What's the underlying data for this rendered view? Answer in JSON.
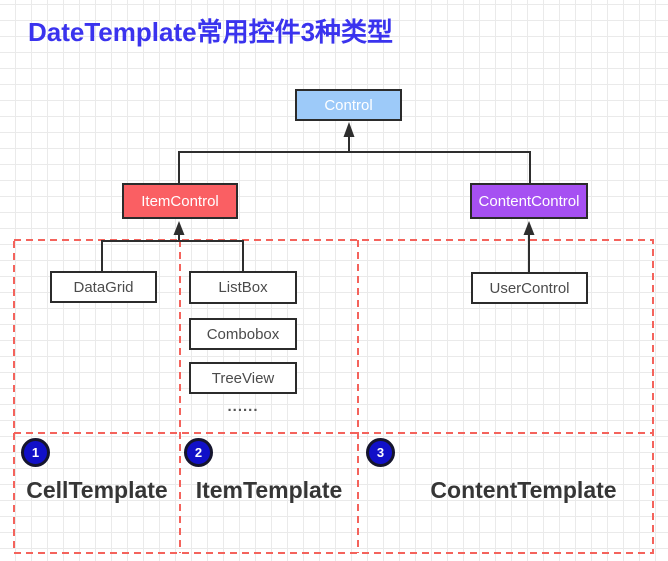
{
  "title": "DateTemplate常用控件3种类型",
  "nodes": {
    "control": {
      "label": "Control"
    },
    "item_control": {
      "label": "ItemControl"
    },
    "content_control": {
      "label": "ContentControl"
    },
    "data_grid": {
      "label": "DataGrid"
    },
    "list_box": {
      "label": "ListBox"
    },
    "combobox": {
      "label": "Combobox"
    },
    "tree_view": {
      "label": "TreeView"
    },
    "more_ellipsis": {
      "label": "......"
    },
    "user_control": {
      "label": "UserControl"
    }
  },
  "sections": [
    {
      "number": "1",
      "label": "CellTemplate"
    },
    {
      "number": "2",
      "label": "ItemTemplate"
    },
    {
      "number": "3",
      "label": "ContentTemplate"
    }
  ],
  "colors": {
    "title_blue": "#3a33ee",
    "control_fill": "#9dcaf9",
    "item_control_fill": "#fa5f63",
    "content_control_fill": "#a650f2",
    "box_border": "#2b2b2b",
    "connector_dark": "#2e2e2e",
    "dashed_red": "#f4635c",
    "badge_blue": "#1110c8",
    "section_label_dark": "#363636",
    "grid_line": "#eaeaea"
  }
}
